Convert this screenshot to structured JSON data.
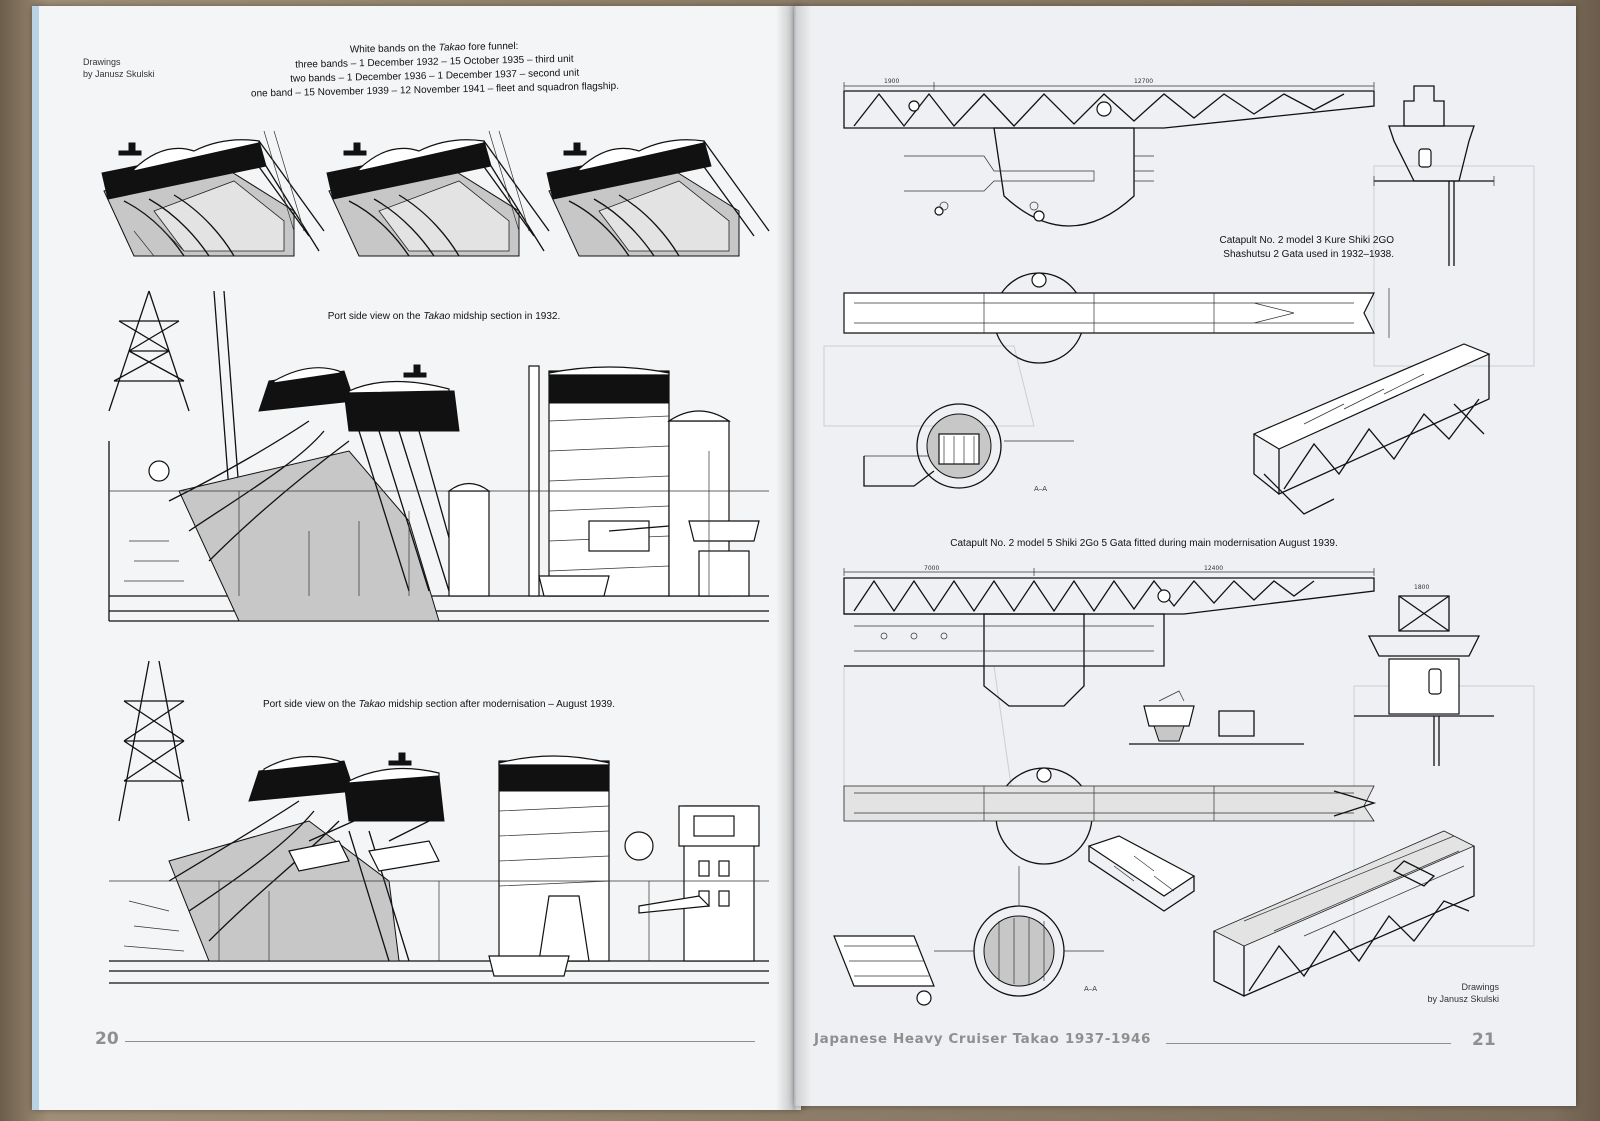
{
  "left_page": {
    "credit": {
      "line1": "Drawings",
      "line2": "by Janusz Skulski"
    },
    "bands_caption": {
      "line1_pre": "White bands on the ",
      "line1_italic": "Takao",
      "line1_post": " fore funnel:",
      "line2": "three bands – 1 December 1932 – 15 October 1935 – third unit",
      "line3": "two bands – 1 December 1936 – 1 December 1937 – second unit",
      "line4": "one band – 15 November 1939 – 12 November 1941 – fleet and squadron flagship."
    },
    "caption_1932": {
      "pre": "Port side view on the ",
      "italic": "Takao",
      "post": " midship section in 1932."
    },
    "caption_1939": {
      "pre": "Port side view on the ",
      "italic": "Takao",
      "post": " midship section after modernisation – August 1939."
    },
    "page_number": "20"
  },
  "right_page": {
    "caption_catapult_3": {
      "line1": "Catapult No. 2 model 3 Kure Shiki 2GO",
      "line2": "Shashutsu 2 Gata used in 1932–1938."
    },
    "caption_catapult_5": "Catapult No. 2 model 5 Shiki 2Go 5 Gata fitted during main modernisation August 1939.",
    "credit": {
      "line1": "Drawings",
      "line2": "by Janusz Skulski"
    },
    "running_title": "Japanese Heavy Cruiser Takao 1937-1946",
    "page_number": "21",
    "dimension_labels": {
      "d1": "1900",
      "d2": "12700",
      "d3": "7000",
      "d4": "12400",
      "d5": "1800",
      "d6": "A–A",
      "d7": "A–A"
    }
  }
}
